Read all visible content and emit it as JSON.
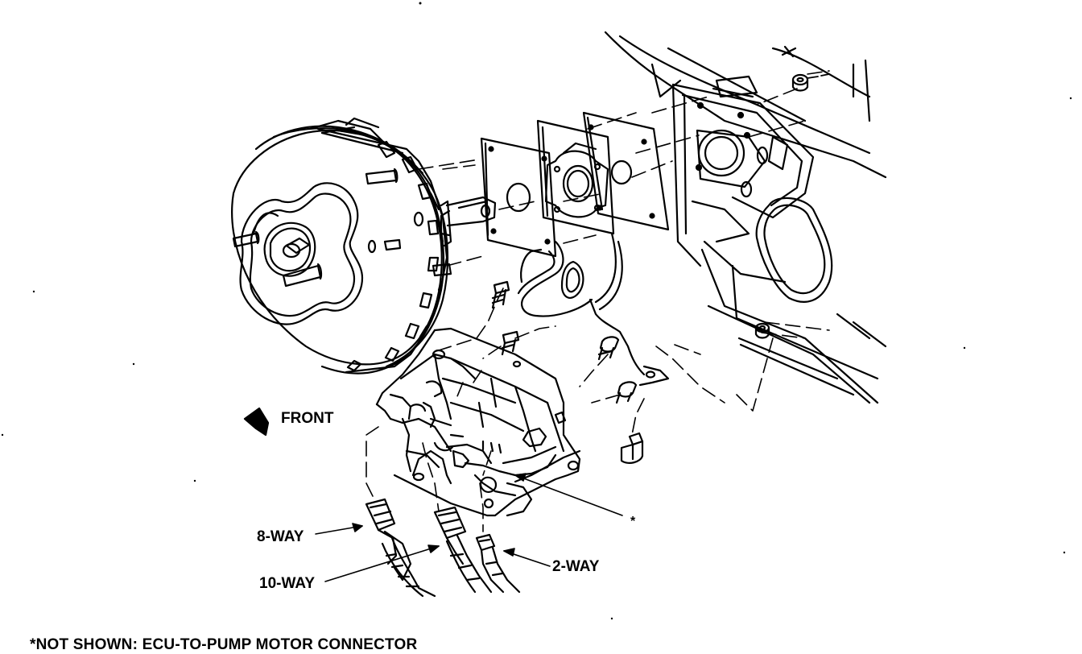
{
  "labels": {
    "front": "FRONT",
    "way8": "8-WAY",
    "way10": "10-WAY",
    "way2": "2-WAY",
    "asterisk": "*"
  },
  "footnote": "*NOT SHOWN: ECU-TO-PUMP MOTOR CONNECTOR"
}
